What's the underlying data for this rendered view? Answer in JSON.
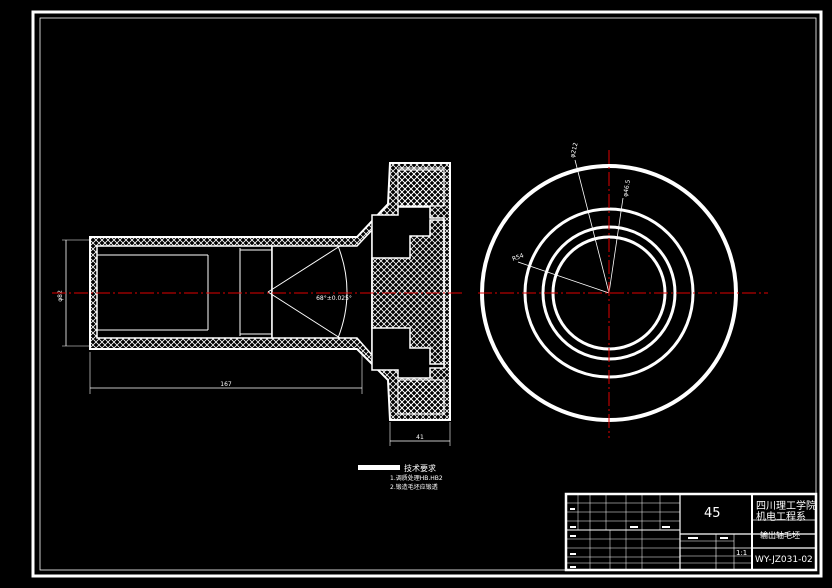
{
  "drawing": {
    "dimensions": {
      "left_diameter": "φ82",
      "total_length": "167",
      "flange_width": "41",
      "cone_angle": "68°±0.025°",
      "outer_diameter": "φ212",
      "inner_diameter": "φ46.5",
      "hub_radius": "R54"
    },
    "notes": {
      "heading": "技术要求",
      "items": [
        "1.调质处理HB.HB2",
        "2.锻造毛坯应锻透"
      ]
    },
    "title_block": {
      "material": "45",
      "school_line1": "四川理工学院",
      "school_line2": "机电工程系",
      "part_name": "输出轴毛坯",
      "scale": "1:1",
      "drawing_number": "WY-JZ031-02"
    },
    "colors": {
      "line": "#ffffff",
      "centerline": "#e00000",
      "background": "#000000"
    }
  }
}
